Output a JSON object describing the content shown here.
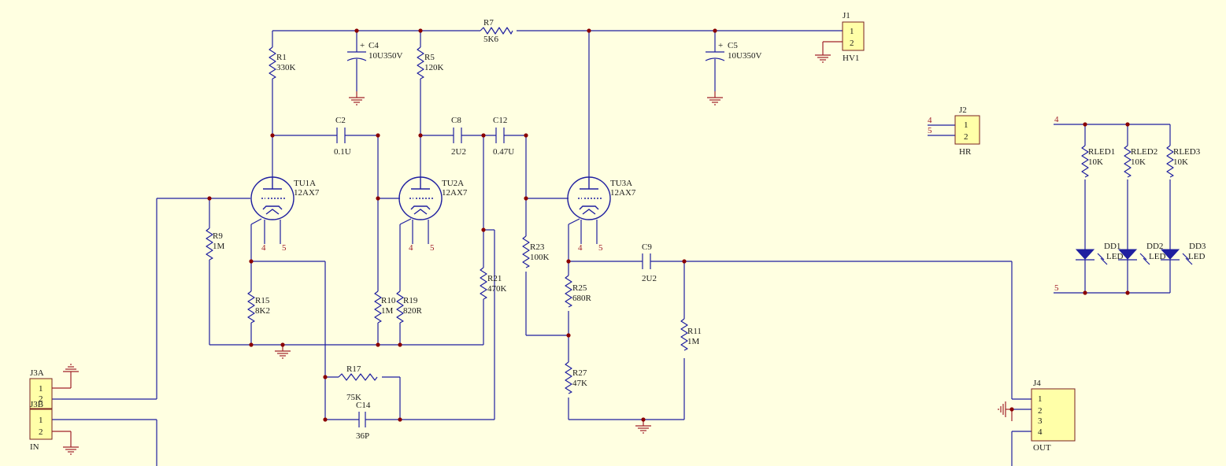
{
  "resistors": [
    {
      "ref": "R1",
      "value": "330K"
    },
    {
      "ref": "R5",
      "value": "120K"
    },
    {
      "ref": "R7",
      "value": "5K6"
    },
    {
      "ref": "R9",
      "value": "1M"
    },
    {
      "ref": "R15",
      "value": "8K2"
    },
    {
      "ref": "R10",
      "value": "1M"
    },
    {
      "ref": "R19",
      "value": "820R"
    },
    {
      "ref": "R21",
      "value": "470K"
    },
    {
      "ref": "R17",
      "value": "75K"
    },
    {
      "ref": "R23",
      "value": "100K"
    },
    {
      "ref": "R25",
      "value": "680R"
    },
    {
      "ref": "R27",
      "value": "47K"
    },
    {
      "ref": "R11",
      "value": "1M"
    },
    {
      "ref": "RLED1",
      "value": "10K"
    },
    {
      "ref": "RLED2",
      "value": "10K"
    },
    {
      "ref": "RLED3",
      "value": "10K"
    }
  ],
  "capacitors": [
    {
      "ref": "C4",
      "value": "10U350V",
      "polar": "+"
    },
    {
      "ref": "C5",
      "value": "10U350V",
      "polar": "+"
    },
    {
      "ref": "C2",
      "value": "0.1U"
    },
    {
      "ref": "C8",
      "value": "2U2"
    },
    {
      "ref": "C12",
      "value": "0.47U"
    },
    {
      "ref": "C9",
      "value": "2U2"
    },
    {
      "ref": "C14",
      "value": "36P"
    }
  ],
  "tubes": [
    {
      "ref": "TU1A",
      "type": "12AX7",
      "pin_a": "4",
      "pin_b": "5"
    },
    {
      "ref": "TU2A",
      "type": "12AX7",
      "pin_a": "4",
      "pin_b": "5"
    },
    {
      "ref": "TU3A",
      "type": "12AX7",
      "pin_a": "4",
      "pin_b": "5"
    }
  ],
  "connectors": [
    {
      "ref": "J1",
      "name": "HV1",
      "pins": [
        "1",
        "2"
      ]
    },
    {
      "ref": "J2",
      "name": "HR",
      "pins": [
        "1",
        "2"
      ],
      "net_a": "4",
      "net_b": "5"
    },
    {
      "ref": "J3A",
      "name": "",
      "pins": [
        "1",
        "2"
      ]
    },
    {
      "ref": "J3B",
      "name": "IN",
      "pins": [
        "1",
        "2"
      ]
    },
    {
      "ref": "J4",
      "name": "OUT",
      "pins": [
        "1",
        "2",
        "3",
        "4"
      ]
    }
  ],
  "leds": [
    {
      "ref": "DD1",
      "type": "LED"
    },
    {
      "ref": "DD2",
      "type": "LED"
    },
    {
      "ref": "DD3",
      "type": "LED"
    }
  ],
  "led_nets": {
    "top": "4",
    "bottom": "5"
  },
  "colors": {
    "background": "#FFFFE1",
    "wire": "#1F1FA0",
    "ground": "#A0202A",
    "junction": "#8B0000",
    "connector_fill": "#FFFFA8"
  }
}
